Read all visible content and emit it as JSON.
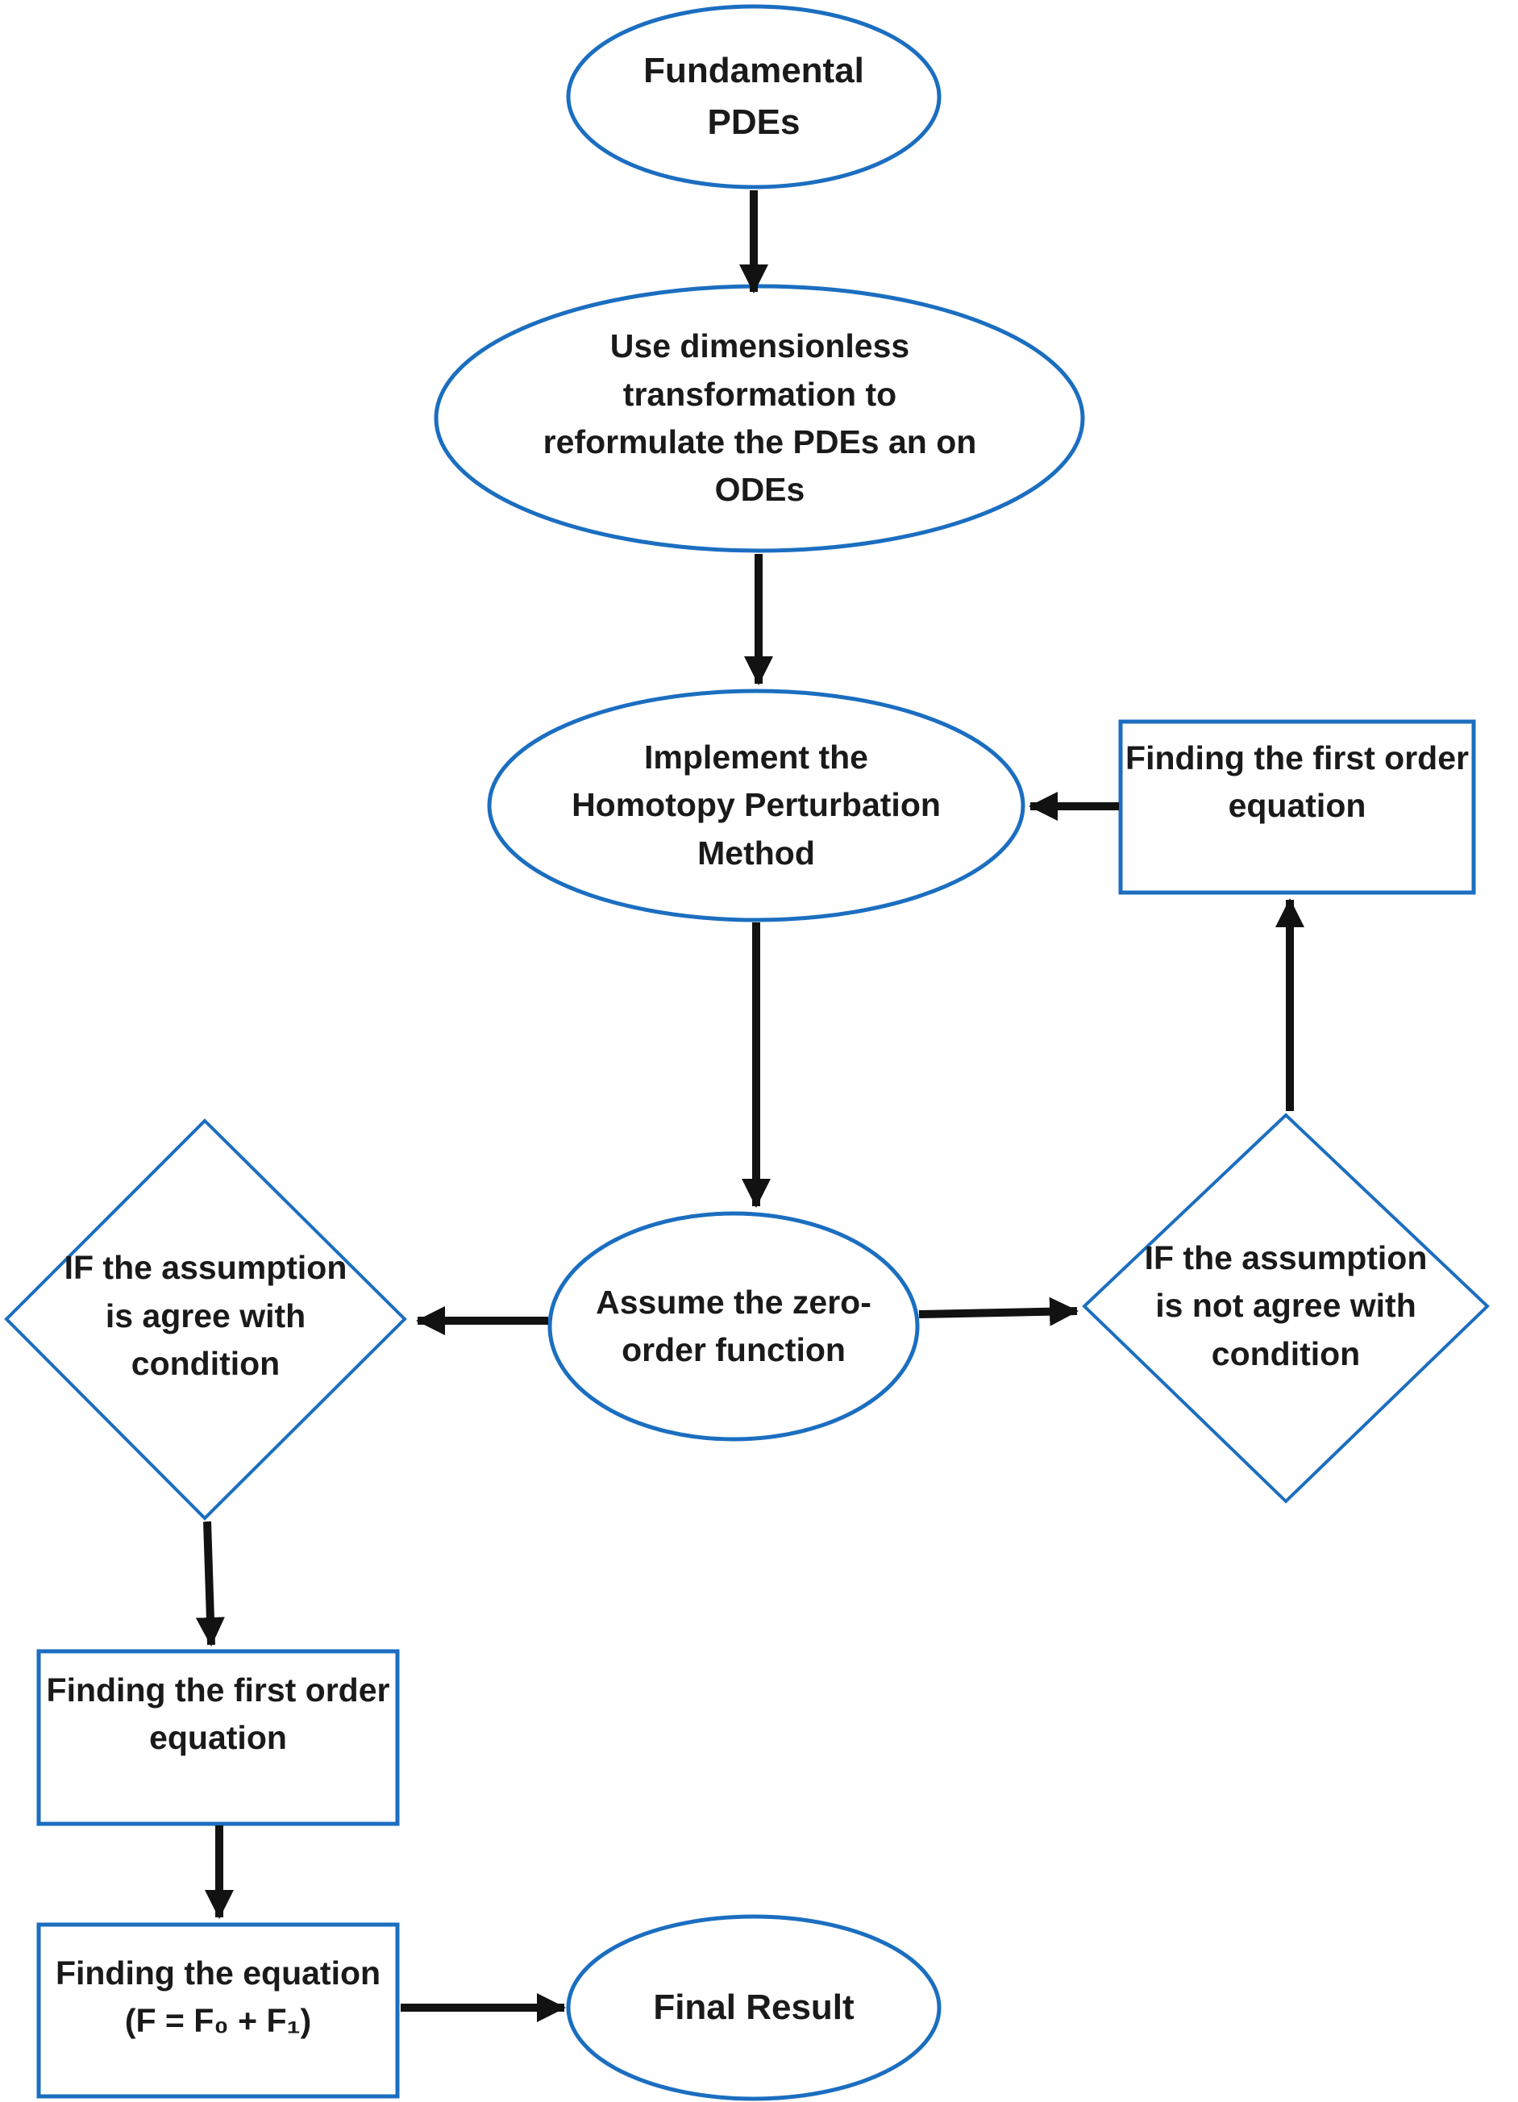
{
  "title": "Homotopy Perturbation Method flowchart",
  "colors": {
    "shape_border": "#1b6ec0",
    "arrow": "#121212",
    "text": "#1a1a1a",
    "background": "#ffffff"
  },
  "nodes": {
    "fundamental_pdes": {
      "type": "ellipse",
      "lines": [
        "Fundamental",
        "PDEs"
      ]
    },
    "dimensionless": {
      "type": "ellipse",
      "lines": [
        "Use dimensionless",
        "transformation to",
        "reformulate the PDEs an on",
        "ODEs"
      ]
    },
    "implement_hpm": {
      "type": "ellipse",
      "lines": [
        "Implement the",
        "Homotopy Perturbation",
        "Method"
      ]
    },
    "finding_first_order_right": {
      "type": "rect",
      "lines": [
        "Finding the first order",
        "equation"
      ]
    },
    "assume_zero_order": {
      "type": "ellipse",
      "lines": [
        "Assume the zero-",
        "order function"
      ]
    },
    "assumption_agree": {
      "type": "diamond",
      "lines": [
        "IF the assumption",
        "is agree with",
        "condition"
      ]
    },
    "assumption_not_agree": {
      "type": "diamond",
      "lines": [
        "IF the assumption",
        "is not agree with",
        "condition"
      ]
    },
    "finding_first_order_left": {
      "type": "rect",
      "lines": [
        "Finding the first order",
        "equation"
      ]
    },
    "finding_equation": {
      "type": "rect",
      "lines": [
        "Finding the equation",
        "(F = F₀ + F₁)"
      ]
    },
    "final_result": {
      "type": "ellipse",
      "lines": [
        "Final Result"
      ]
    }
  }
}
